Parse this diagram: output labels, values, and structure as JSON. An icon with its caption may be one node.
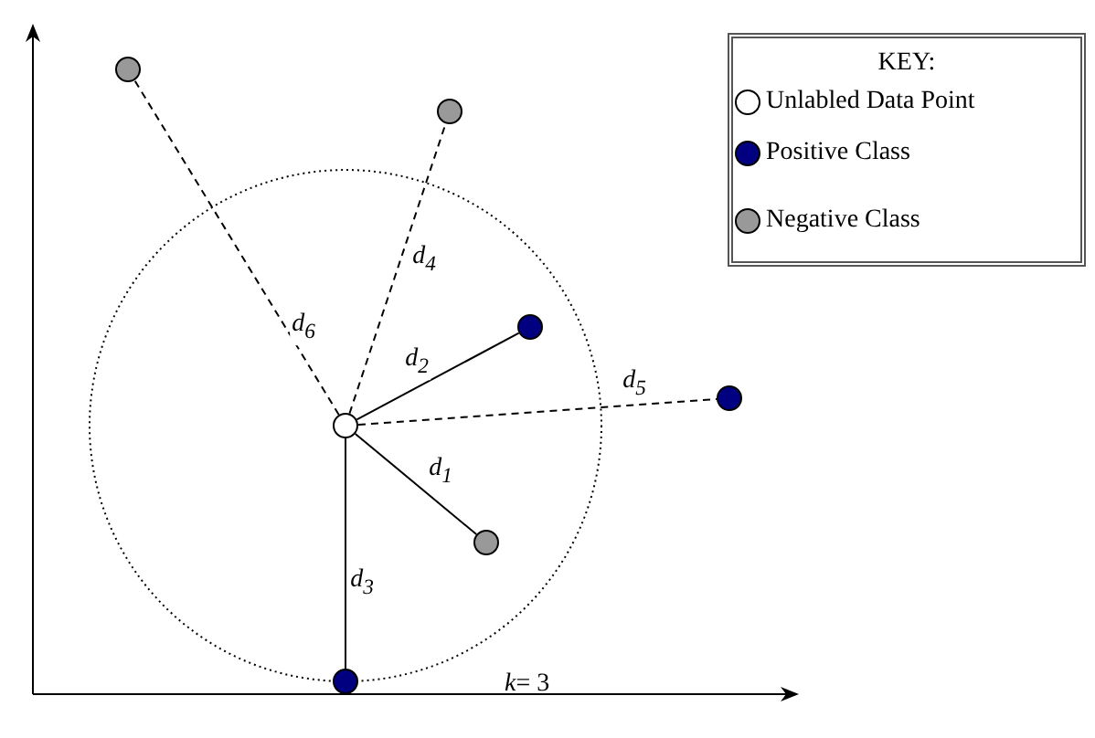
{
  "diagram": {
    "nodes": [
      {
        "text": [],
        "shape": "circle"
      },
      {
        "text": [],
        "shape": "circle"
      },
      {
        "text": [],
        "shape": "circle"
      },
      {
        "text": [],
        "shape": "circle"
      },
      {
        "text": [],
        "shape": "circle"
      },
      {
        "text": [],
        "shape": "circle"
      },
      {
        "text": [],
        "shape": "circle"
      }
    ],
    "edges": [
      {
        "from": 3,
        "to": 5,
        "arrow": "none",
        "label": "d$_{1}$"
      },
      {
        "from": 3,
        "to": 2,
        "arrow": "none",
        "label": "d$_{2}$"
      },
      {
        "from": 3,
        "to": 6,
        "arrow": "none",
        "label": "d$_{3}$"
      },
      {
        "from": 3,
        "to": 1,
        "arrow": "none",
        "label": "d$_{4}$",
        "style": "dashed"
      },
      {
        "from": 3,
        "to": 4,
        "arrow": "none",
        "label": "d$_{5}$",
        "style": "dashed"
      },
      {
        "from": 3,
        "to": 0,
        "arrow": "none",
        "label": "d$_{6}$",
        "style": "dashed"
      }
    ],
    "labels": [
      "KEY:",
      "*k*= 3"
    ],
    "legend": [
      {
        "text": "Unlabled Data Point",
        "color": "#ffffff"
      },
      {
        "text": "Positive Class",
        "color": "#000080"
      },
      {
        "text": "Negative Class",
        "color": "#999999"
      }
    ]
  }
}
